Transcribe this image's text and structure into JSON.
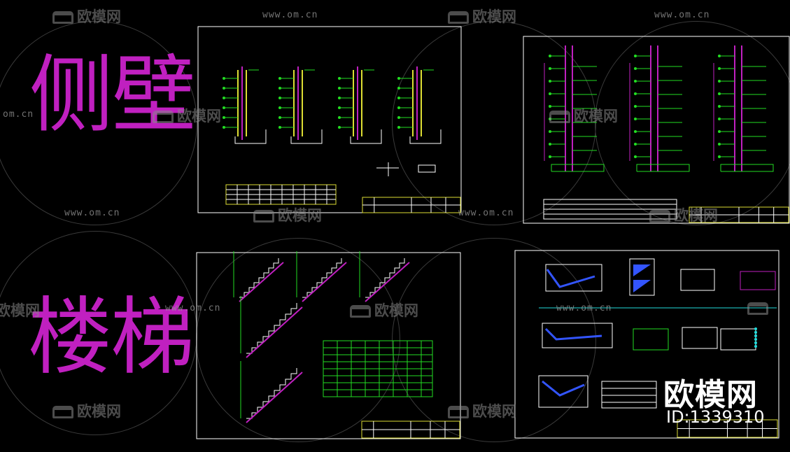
{
  "labels": {
    "side_wall": "侧壁",
    "stairs": "楼梯"
  },
  "watermark": {
    "url": "www.om.cn",
    "url_short": "om.cn",
    "brand": "欧模网",
    "brand_clip": "欧模网"
  },
  "stamp": {
    "brand": "欧模网",
    "id": "ID:1339310"
  },
  "colors": {
    "magenta": "#c020c0",
    "green": "#22dd22",
    "cyan": "#22dddd",
    "yellow": "#dddd33",
    "blue": "#3355ff",
    "white": "#ffffff"
  }
}
